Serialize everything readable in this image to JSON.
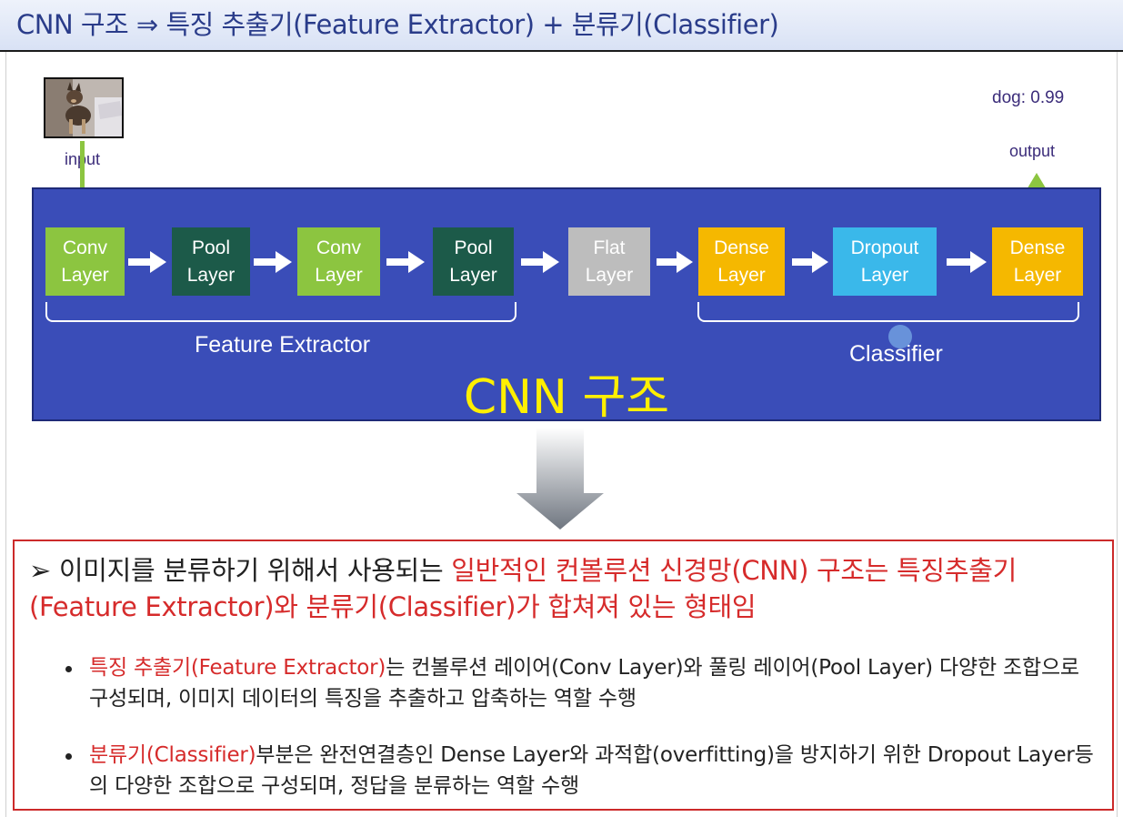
{
  "slide": {
    "title": "CNN 구조 ⇒ 특징 추출기(Feature Extractor) + 분류기(Classifier)"
  },
  "diagram": {
    "input_label": "input",
    "output_label": "output",
    "prediction": "dog: 0.99",
    "layers": [
      {
        "line1": "Conv",
        "line2": "Layer",
        "color": "#8cc540"
      },
      {
        "line1": "Pool",
        "line2": "Layer",
        "color": "#1c5a49"
      },
      {
        "line1": "Conv",
        "line2": "Layer",
        "color": "#8cc540"
      },
      {
        "line1": "Pool",
        "line2": "Layer",
        "color": "#1c5a49"
      },
      {
        "line1": "Flat",
        "line2": "Layer",
        "color": "#bdbdbd"
      },
      {
        "line1": "Dense",
        "line2": "Layer",
        "color": "#f5b800"
      },
      {
        "line1": "Dropout",
        "line2": "Layer",
        "color": "#3ab8ea"
      },
      {
        "line1": "Dense",
        "line2": "Layer",
        "color": "#f5b800"
      }
    ],
    "feature_extractor_label": "Feature Extractor",
    "classifier_label": "Classifier",
    "center_label": "CNN 구조"
  },
  "textbox": {
    "main_prefix": "이미지를 분류하기 위해서 사용되는 ",
    "main_red": "일반적인 컨볼루션 신경망(CNN) 구조는 특징추출기(Feature Extractor)와 분류기(Classifier)가 합쳐져 있는 형태임",
    "bullet1_red": "특징 추출기(Feature Extractor)",
    "bullet1_rest": "는 컨볼루션 레이어(Conv Layer)와 풀링 레이어(Pool Layer) 다양한 조합으로 구성되며, 이미지 데이터의 특징을 추출하고 압축하는 역할 수행",
    "bullet2_red": "분류기(Classifier)",
    "bullet2_rest": "부분은 완전연결층인 Dense Layer와 과적합(overfitting)을 방지하기 위한 Dropout Layer등의 다양한 조합으로 구성되며, 정답을 분류하는 역할 수행"
  },
  "colors": {
    "title_text": "#2a3c8a",
    "panel_bg": "#3a4db8",
    "highlight_red": "#d62b2b",
    "center_label": "#ffef00"
  }
}
